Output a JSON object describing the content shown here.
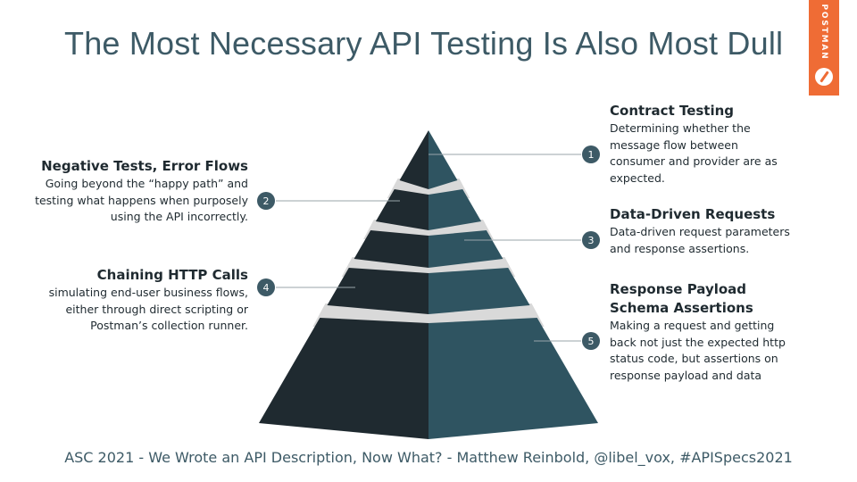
{
  "title": "The Most Necessary API Testing Is Also Most Dull",
  "brand": {
    "name": "POSTMAN",
    "color": "#ef6c35"
  },
  "colors": {
    "dark": "#1f2a30",
    "teal": "#2f5461",
    "gap": "#d9d9d9",
    "accent": "#3d5a66"
  },
  "levels": [
    {
      "number": "1",
      "heading": [
        "Contract Testing"
      ],
      "description": [
        "Determining whether the",
        "message flow between",
        "consumer and provider are as",
        "expected."
      ]
    },
    {
      "number": "2",
      "heading": [
        "Negative Tests, Error Flows"
      ],
      "description": [
        "Going beyond the “happy path” and",
        "testing what happens when purposely",
        "using the API incorrectly."
      ]
    },
    {
      "number": "3",
      "heading": [
        "Data-Driven Requests"
      ],
      "description": [
        "Data-driven request parameters",
        "and response assertions."
      ]
    },
    {
      "number": "4",
      "heading": [
        "Chaining HTTP Calls"
      ],
      "description": [
        "simulating end-user business flows,",
        "either through direct scripting or",
        "Postman’s collection runner."
      ]
    },
    {
      "number": "5",
      "heading": [
        "Response Payload",
        "Schema Assertions"
      ],
      "description": [
        "Making a request and getting",
        "back not just the expected http",
        "status code, but assertions on",
        "response payload and data"
      ]
    }
  ],
  "footer": "ASC 2021 - We Wrote an API Description, Now What? - Matthew Reinbold, @libel_vox, #APISpecs2021"
}
